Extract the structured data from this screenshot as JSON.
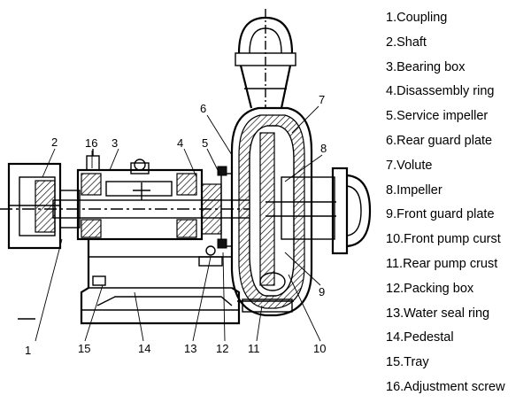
{
  "callouts": [
    "1",
    "2",
    "3",
    "4",
    "5",
    "6",
    "7",
    "8",
    "9",
    "10",
    "11",
    "12",
    "13",
    "14",
    "15",
    "16"
  ],
  "legend": [
    "1.Coupling",
    "2.Shaft",
    "3.Bearing box",
    "4.Disassembly ring",
    "5.Service impeller",
    "6.Rear guard plate",
    "7.Volute",
    "8.Impeller",
    "9.Front guard plate",
    "10.Front pump curst",
    "11.Rear pump crust",
    "12.Packing box",
    "13.Water seal ring",
    "14.Pedestal",
    "15.Tray",
    "16.Adjustment screw"
  ]
}
